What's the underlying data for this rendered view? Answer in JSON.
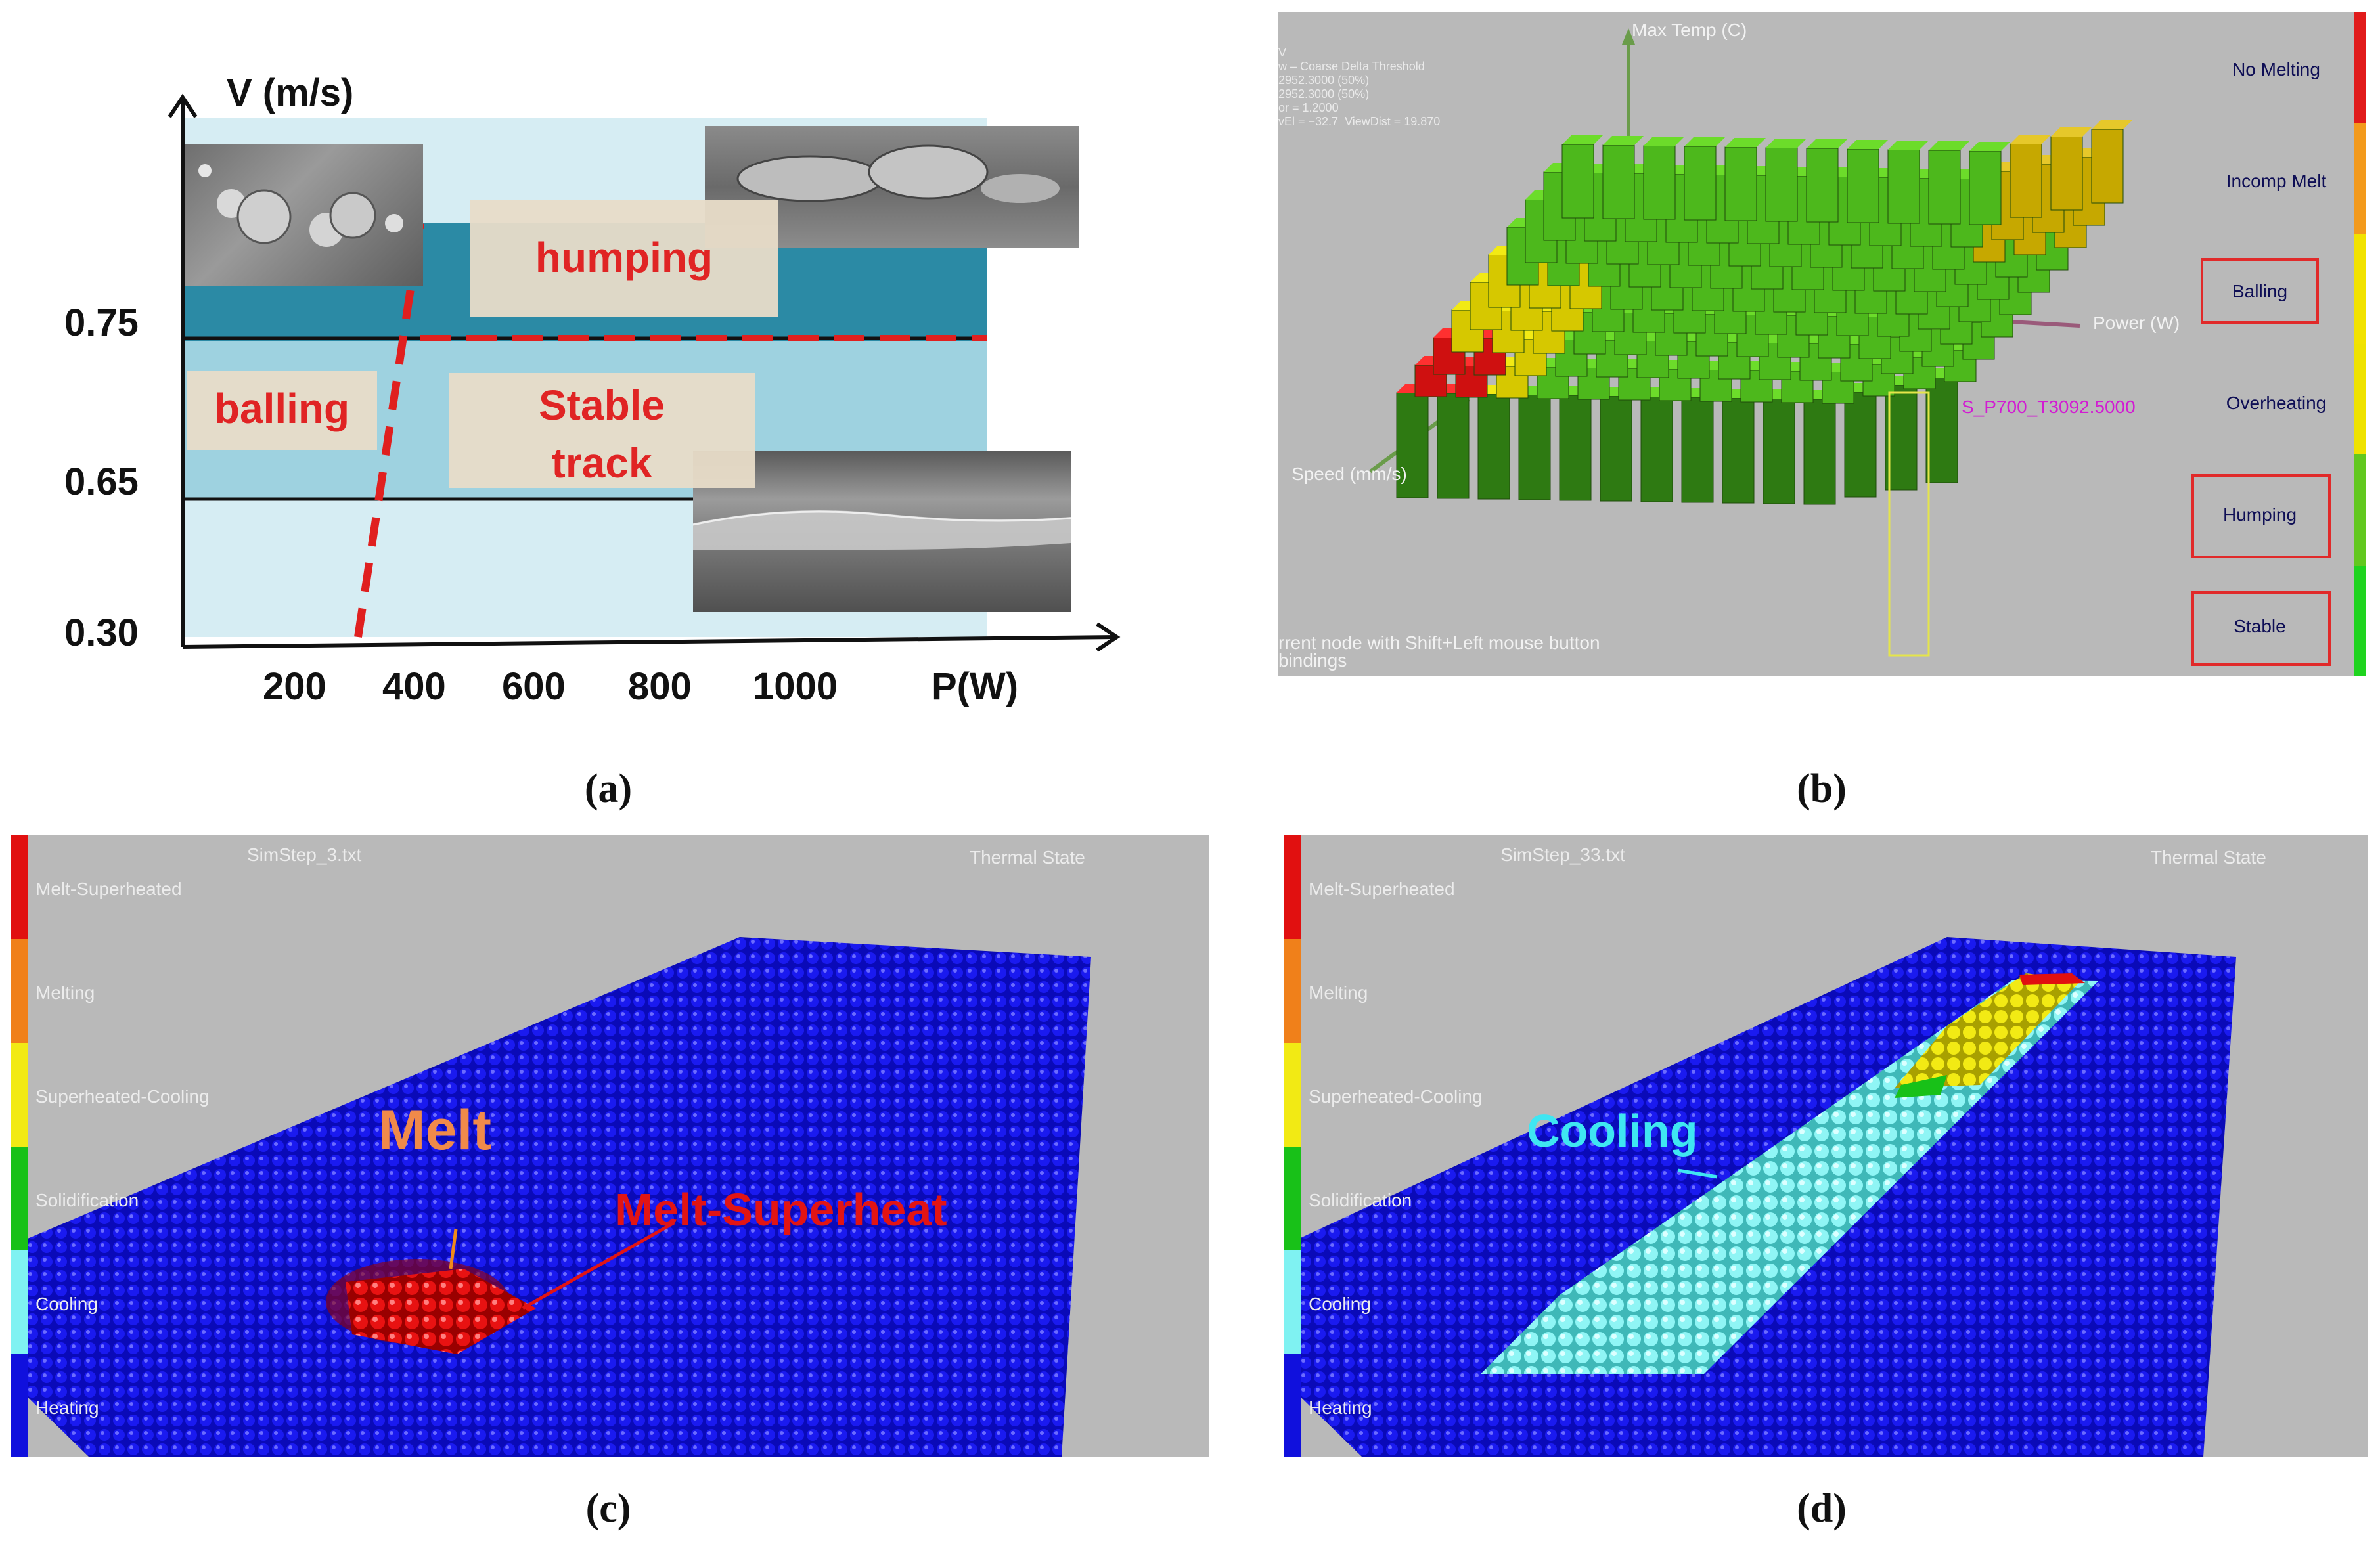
{
  "panel_a": {
    "ylabel": "V (m/s)",
    "xlabel": "P(W)",
    "y_ticks": [
      "0.75",
      "0.65",
      "0.30"
    ],
    "x_ticks": [
      "200",
      "400",
      "600",
      "800",
      "1000"
    ],
    "regions": {
      "humping": "humping",
      "balling": "balling",
      "stable_line1": "Stable",
      "stable_line2": "track"
    },
    "colors": {
      "dark": "#2b8aa5",
      "mid": "#9ed2e0",
      "light": "#d6edf3",
      "boundary": "#e0201f"
    },
    "caption": "(a)"
  },
  "panel_b": {
    "hud_lines": [
      "V",
      "w – Coarse Delta Threshold",
      "2952.3000 (50%)",
      "2952.3000 (50%)",
      "or = 1.2000",
      "vEl = −32.7  ViewDist = 19.870"
    ],
    "axis_labels": {
      "z": "Max Temp (C)",
      "x": "Power (W)",
      "y": "Speed (mm/s)"
    },
    "node_label": "S_P700_T3092.5000",
    "footer_lines": [
      "rrent node with Shift+Left mouse button",
      "bindings"
    ],
    "legend": [
      {
        "label": "No Melting",
        "color": "#e11b1b",
        "boxed": false
      },
      {
        "label": "Incomp Melt",
        "color": "#f39a1c",
        "boxed": false
      },
      {
        "label": "Balling",
        "color": "#f2e200",
        "boxed": true
      },
      {
        "label": "Overheating",
        "color": "#efe200",
        "boxed": false
      },
      {
        "label": "Humping",
        "color": "#62c81f",
        "boxed": true
      },
      {
        "label": "Stable",
        "color": "#1fd41f",
        "boxed": true
      }
    ],
    "caption": "(b)"
  },
  "panel_c": {
    "title_lines": [
      "SimStep_3.txt"
    ],
    "corner_title": "Thermal State",
    "legend": [
      {
        "label": "Melt-Superheated",
        "color": "#e11010"
      },
      {
        "label": "Melting",
        "color": "#f0801a"
      },
      {
        "label": "Superheated-Cooling",
        "color": "#f2ea14"
      },
      {
        "label": "Solidification",
        "color": "#18c118"
      },
      {
        "label": "Cooling",
        "color": "#7ff2f2"
      },
      {
        "label": "Heating",
        "color": "#1010dd"
      }
    ],
    "callouts": {
      "melt": "Melt",
      "superheat": "Melt-Superheat"
    },
    "caption": "(c)"
  },
  "panel_d": {
    "title_lines": [
      "SimStep_33.txt"
    ],
    "corner_title": "Thermal State",
    "legend": [
      {
        "label": "Melt-Superheated",
        "color": "#e11010"
      },
      {
        "label": "Melting",
        "color": "#f0801a"
      },
      {
        "label": "Superheated-Cooling",
        "color": "#f2ea14"
      },
      {
        "label": "Solidification",
        "color": "#18c118"
      },
      {
        "label": "Cooling",
        "color": "#7ff2f2"
      },
      {
        "label": "Heating",
        "color": "#1010dd"
      }
    ],
    "callouts": {
      "cooling": "Cooling"
    },
    "caption": "(d)"
  }
}
